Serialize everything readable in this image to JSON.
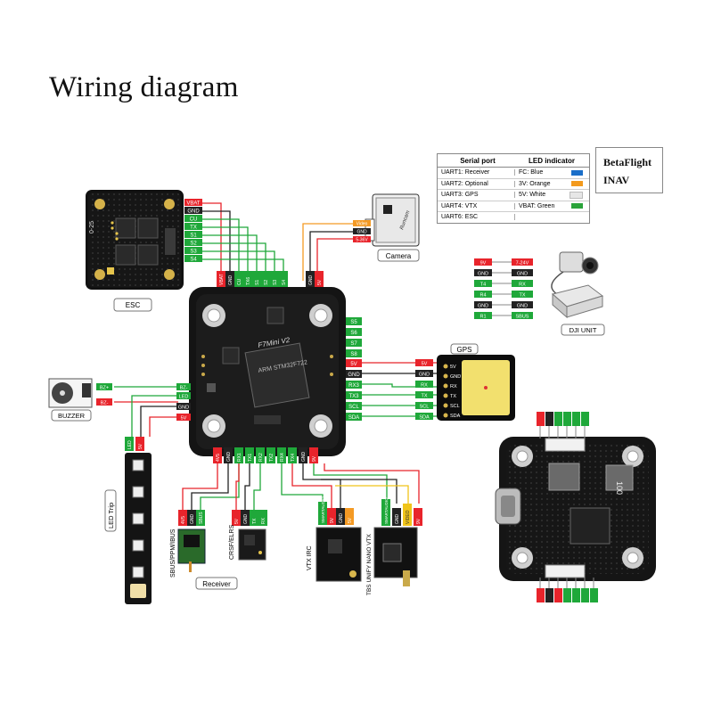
{
  "title": "Wiring diagram",
  "uart_table": {
    "header_port": "Serial port",
    "header_led": "LED indicator",
    "rows": [
      {
        "port": "UART1:  Receiver",
        "led": "FC:  Blue",
        "color": "#1b6fc9"
      },
      {
        "port": "UART2:  Optional",
        "led": "3V:  Orange",
        "color": "#f39a1d"
      },
      {
        "port": "UART3:  GPS",
        "led": "5V:  White",
        "color": "#e6e6e6"
      },
      {
        "port": "UART4:  VTX",
        "led": "VBAT:  Green",
        "color": "#2aa33a"
      },
      {
        "port": "UART6:  ESC",
        "led": "",
        "color": ""
      }
    ]
  },
  "firmware": [
    "BetaFlight",
    "INAV"
  ],
  "labels": {
    "esc": "ESC",
    "camera": "Camera",
    "buzzer": "BUZZER",
    "led_strip": "LED Trip",
    "receiver": "Receiver",
    "gps": "GPS",
    "dji": "DJI UNIT",
    "fc_name": "F7Mini V2",
    "mcu": "ARM STM32F722",
    "rx1": "SBUS/PPM/IBUS",
    "rx2": "CRSF/ELRS",
    "vtx1": "VTX IRC",
    "vtx2": "TBS UNIFY NANO VTX",
    "esc_silk": "0-25"
  },
  "esc_pins": [
    "VBAT",
    "GND",
    "CU",
    "TX",
    "S1",
    "S2",
    "S3",
    "S4"
  ],
  "fc_top_pads": [
    "VBAT",
    "GND",
    "CU",
    "TX6",
    "S1",
    "S2",
    "S3",
    "S4",
    "GND",
    "5V"
  ],
  "fc_right_pads": [
    "S5",
    "S6",
    "S7",
    "S8",
    "5V",
    "GND",
    "RX3",
    "TX3",
    "SCL",
    "SDA"
  ],
  "fc_left_pads": [
    "BZ-",
    "LED",
    "GND",
    "5V"
  ],
  "fc_bottom_pads": [
    "4V5",
    "GND",
    "RX1",
    "TX1",
    "RX2",
    "TX2",
    "RX4",
    "TX4",
    "GND",
    "9V"
  ],
  "camera_pins": [
    "Video",
    "GND",
    "5-36V"
  ],
  "gps_pins": [
    "5V",
    "GND",
    "RX",
    "TX",
    "SCL",
    "SDA"
  ],
  "fc_gps_tags": [
    "5V",
    "GND",
    "RX",
    "TX",
    "SCL",
    "SDA"
  ],
  "dji_left": [
    "9V",
    "GND",
    "T4",
    "R4",
    "GND",
    "R1"
  ],
  "dji_right": [
    "7-24V",
    "GND",
    "RX",
    "TX",
    "GND",
    "SBUS"
  ],
  "buzzer_pins": [
    "BZ+",
    "BZ-"
  ],
  "led_strip_pins": [
    "LED",
    "5V"
  ],
  "rx_pins": [
    "4V5",
    "GND",
    "SBUS",
    "5V",
    "GND",
    "TX",
    "RX"
  ],
  "vtx_pins": [
    "SMARTAUDIO",
    "9V",
    "GND",
    "5V",
    "SMARTAUDIO",
    "GND",
    "VIDEO",
    "9V"
  ],
  "wire_colors": {
    "red": "#e8242b",
    "green": "#1fa83a",
    "black": "#222222",
    "orange": "#f49a24",
    "yellow": "#f0c419",
    "white": "#bfbfbf"
  }
}
